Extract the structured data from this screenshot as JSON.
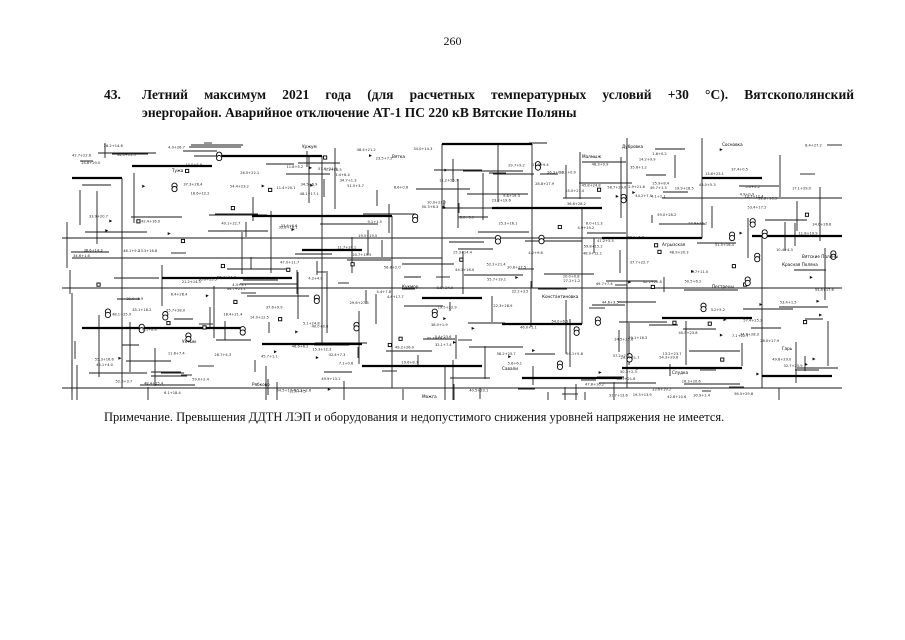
{
  "page": {
    "number": "260"
  },
  "heading": {
    "number": "43.",
    "line1": "Летний максимум 2021 года (для расчетных температурных условий +30 °С). Вятскополянский",
    "line2": "энергорайон. Аварийное отключение АТ-1 ПС 220 кВ Вятские Поляны"
  },
  "diagram": {
    "labels": [
      "Вятка",
      "Малмыж",
      "Дубровка",
      "Сосновка",
      "Вятские Поляны",
      "Агрызская",
      "Кукмор",
      "Ухтым",
      "Рябково",
      "Савали",
      "Слудка",
      "Гарь",
      "Тужа",
      "Уржум",
      "Константиновка",
      "Можга",
      "Пестрецы",
      "Красная Поляна"
    ]
  },
  "note": "Примечание. Превышения ДДТН ЛЭП и оборудования и недопустимого снижения уровней напряжения не имеется."
}
